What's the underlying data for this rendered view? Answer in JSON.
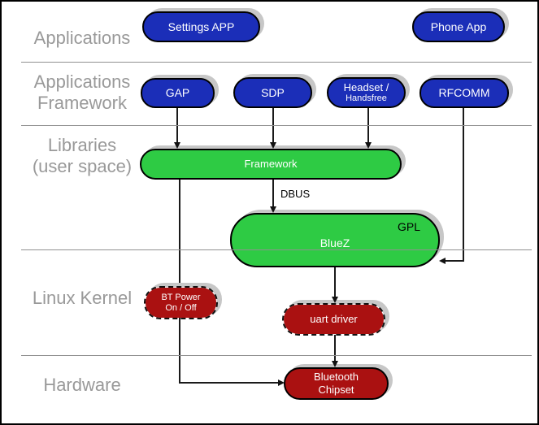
{
  "layers": [
    {
      "lines": [
        "Applications"
      ]
    },
    {
      "lines": [
        "Applications",
        "Framework"
      ]
    },
    {
      "lines": [
        "Libraries",
        "(user space)"
      ]
    },
    {
      "lines": [
        "Linux Kernel"
      ]
    },
    {
      "lines": [
        "Hardware"
      ]
    }
  ],
  "nodes": {
    "settings_app": {
      "label": "Settings APP"
    },
    "phone_app": {
      "label": "Phone App"
    },
    "gap": {
      "label": "GAP"
    },
    "sdp": {
      "label": "SDP"
    },
    "headset": {
      "line1": "Headset /",
      "line2": "Handsfree"
    },
    "rfcomm": {
      "label": "RFCOMM"
    },
    "framework": {
      "label": "Framework"
    },
    "bluez": {
      "label": "BlueZ",
      "license_tag": "GPL"
    },
    "bt_power": {
      "line1": "BT Power",
      "line2": "On / Off"
    },
    "uart_driver": {
      "label": "uart driver"
    },
    "bluetooth_chipset": {
      "line1": "Bluetooth",
      "line2": "Chipset"
    }
  },
  "edge_labels": {
    "dbus": "DBUS"
  },
  "colors": {
    "app_node_blue": "#1b2eb8",
    "lib_node_green": "#2ecb44",
    "kernel_node_red": "#aa1111",
    "layer_label_gray": "#999999",
    "separator_gray": "#909090",
    "shadow_gray": "#c7c7c7",
    "node_text": "#ffffff",
    "edge_text": "#000000"
  }
}
